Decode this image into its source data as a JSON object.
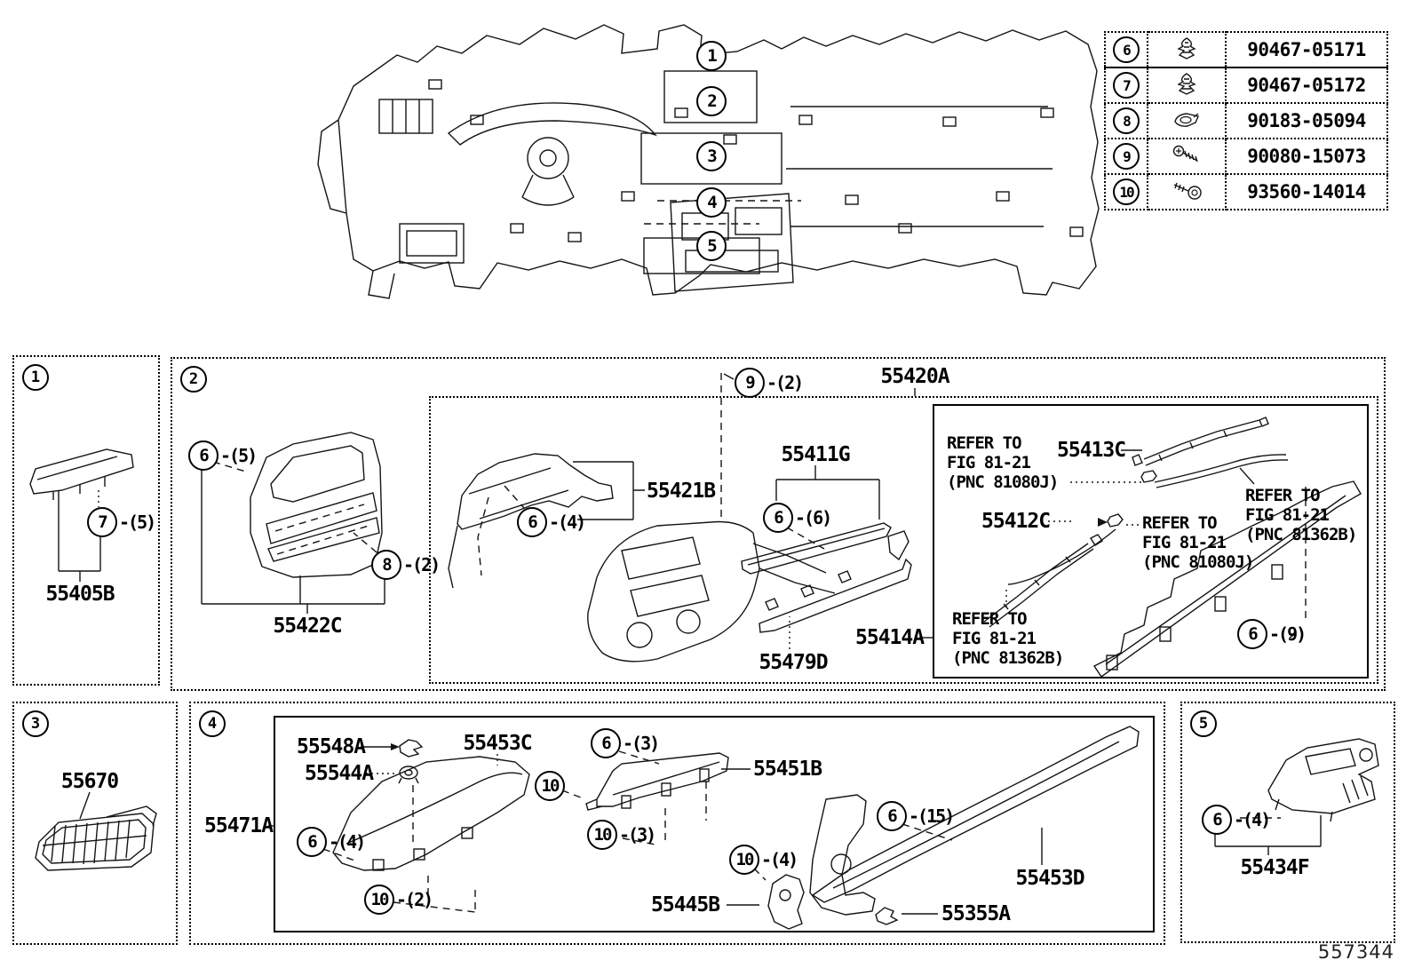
{
  "doc_number": "557344",
  "fastener_table": {
    "rows": [
      {
        "num": "6",
        "icon": "push-clip-icon",
        "part": "90467-05171"
      },
      {
        "num": "7",
        "icon": "push-clip-icon",
        "part": "90467-05172"
      },
      {
        "num": "8",
        "icon": "spring-clip-icon",
        "part": "90183-05094"
      },
      {
        "num": "9",
        "icon": "screw-icon",
        "part": "90080-15073"
      },
      {
        "num": "10",
        "icon": "screw-washer-icon",
        "part": "93560-14014"
      }
    ]
  },
  "overview": {
    "callouts": [
      "1",
      "2",
      "3",
      "4",
      "5"
    ]
  },
  "sections": {
    "s1": {
      "num": "1",
      "label": "55405B",
      "c7_5": {
        "num": "7",
        "qty": "-(5)"
      }
    },
    "s2": {
      "num": "2",
      "label_55422C": "55422C",
      "c6_5": {
        "num": "6",
        "qty": "-(5)"
      },
      "c8_2": {
        "num": "8",
        "qty": "-(2)"
      },
      "label_55420A": "55420A",
      "c9_2": {
        "num": "9",
        "qty": "-(2)"
      },
      "label_55421B": "55421B",
      "c6_4": {
        "num": "6",
        "qty": "-(4)"
      },
      "label_55411G": "55411G",
      "c6_6": {
        "num": "6",
        "qty": "-(6)"
      },
      "label_55479D": "55479D",
      "label_55414A": "55414A",
      "refer_81080j_top": "REFER TO\nFIG 81-21\n(PNC 81080J)",
      "label_55413C": "55413C",
      "refer_81362b_right": "REFER TO\nFIG 81-21\n(PNC 81362B)",
      "label_55412C": "55412C",
      "refer_81080j_mid": "REFER TO\nFIG 81-21\n(PNC 81080J)",
      "refer_81362b_bottom": "REFER TO\nFIG 81-21\n(PNC 81362B)",
      "c6_9": {
        "num": "6",
        "qty": "-(9)"
      }
    },
    "s3": {
      "num": "3",
      "label": "55670"
    },
    "s4": {
      "num": "4",
      "label_55471A": "55471A",
      "label_55548A": "55548A",
      "label_55544A": "55544A",
      "label_55453C": "55453C",
      "label_55451B": "55451B",
      "label_55445B": "55445B",
      "label_55355A": "55355A",
      "label_55453D": "55453D",
      "c6_4": {
        "num": "6",
        "qty": "-(4)"
      },
      "c10_2": {
        "num": "10",
        "qty": "-(2)"
      },
      "c6_3": {
        "num": "6",
        "qty": "-(3)"
      },
      "c10_plain": {
        "num": "10",
        "qty": ""
      },
      "c10_3": {
        "num": "10",
        "qty": "-(3)"
      },
      "c10_4": {
        "num": "10",
        "qty": "-(4)"
      },
      "c6_15": {
        "num": "6",
        "qty": "-(15)"
      }
    },
    "s5": {
      "num": "5",
      "label": "55434F",
      "c6_4": {
        "num": "6",
        "qty": "-(4)"
      }
    }
  }
}
